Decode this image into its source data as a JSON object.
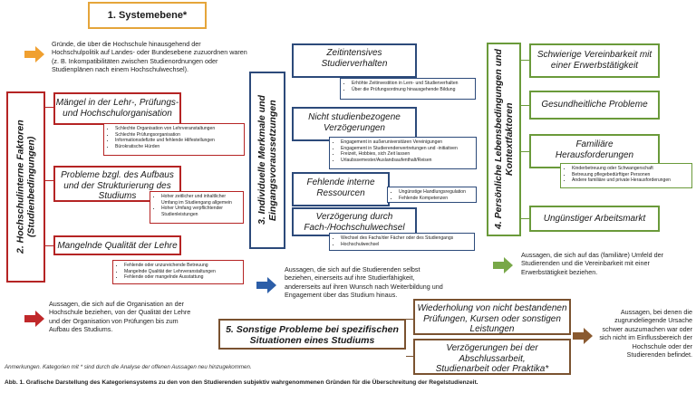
{
  "title": "1. Systemebene*",
  "system_text": "Gründe, die über die Hochschule hinausgehend der Hochschulpolitik auf Landes- oder Bundesebene zuzuordnen waren (z. B. Inkompatibilitäten zwischen Studienordnungen oder Studienplänen nach einem Hochschulwechsel).",
  "cat2": {
    "label": "2. Hochschulinterne Faktoren (Studienbedingungen)",
    "items": [
      {
        "header": "Mängel in der Lehr-, Prüfungs- und Hochschulorganisation",
        "bullets": [
          "Schlechte Organisation von Lehrveranstaltungen",
          "Schlechte Prüfungsorganisation",
          "Informationsdefizite und fehlende Hilfestellungen",
          "Bürokratische Hürden"
        ]
      },
      {
        "header": "Probleme bzgl. des Aufbaus und der Strukturierung des Studiums",
        "bullets": [
          "Hoher zeitlicher und inhaltlicher Umfang im Studiengang allgemein",
          "Hoher Umfang verpflichtender Studienleistungen"
        ]
      },
      {
        "header": "Mangelnde Qualität der Lehre",
        "bullets": [
          "Fehlende oder unzureichende Betreuung",
          "Mangelnde Qualität der Lehrveranstaltungen",
          "Fehlende oder mangelnde Ausstattung"
        ]
      }
    ],
    "desc": "Aussagen, die sich auf die Organisation an der Hochschule beziehen, von der Qualität der Lehre und der Organisation von Prüfungen bis zum Aufbau des Studiums."
  },
  "cat3": {
    "label": "3. Individuelle Merkmale und Eingangsvoraussetzungen",
    "items": [
      {
        "header": "Zeitintensives Studierverhalten",
        "bullets": [
          "Erhöhte Zeitinvestition in Lern- und Studierverhalten",
          "Über die Prüfungsordnung hinausgehende Bildung"
        ]
      },
      {
        "header": "Nicht studienbezogene Verzögerungen",
        "bullets": [
          "Engagement in außeruniversitären Vereinigungen",
          "Engagement in Studierendenvertretungen und -initiativen",
          "Freizeit, Hobbies, sich Zeit lassen",
          "Urlaubssemester/Auslandsaufenthalt/Reisen"
        ]
      },
      {
        "header": "Fehlende interne Ressourcen",
        "bullets": [
          "Ungünstige Handlungsregulation",
          "Fehlende Kompetenzen"
        ]
      },
      {
        "header": "Verzögerung durch Fach-/Hochschulwechsel",
        "bullets": [
          "Wechsel des Fachs/der Fächer oder des Studiengangs",
          "Hochschulwechsel"
        ]
      }
    ],
    "desc": "Aussagen, die sich auf die Studierenden selbst beziehen, einerseits auf ihre Studierfähigkeit, andererseits auf ihren Wunsch nach Weiterbildung und Engagement über das Studium hinaus."
  },
  "cat4": {
    "label": "4. Persönliche Lebensbedingungen und Kontextfaktoren",
    "items": [
      {
        "header": "Schwierige Vereinbarkeit mit einer Erwerbstätigkeit",
        "bullets": []
      },
      {
        "header": "Gesundheitliche Probleme",
        "bullets": []
      },
      {
        "header": "Familiäre Herausforderungen",
        "bullets": [
          "Kinderbetreuung oder Schwangerschaft",
          "Betreuung pflegebedürftiger Personen",
          "Andere familiäre und private Herausforderungen"
        ]
      },
      {
        "header": "Ungünstiger Arbeitsmarkt",
        "bullets": []
      }
    ],
    "desc": "Aussagen, die sich auf das (familiäre) Umfeld der Studierenden und die Vereinbarkeit mit einer Erwerbstätigkeit beziehen."
  },
  "cat5": {
    "label": "5. Sonstige Probleme bei spezifischen Situationen eines Studiums",
    "items": [
      {
        "header": "Wiederholung von nicht bestandenen Prüfungen, Kursen oder sonstigen Leistungen"
      },
      {
        "header": "Verzögerungen bei der Abschlussarbeit, Studienarbeit oder Praktika*"
      }
    ],
    "desc": "Aussagen, bei denen die zugrundeliegende Ursache schwer auszumachen war oder sich nicht im Einflussbereich der Hochschule oder der Studierenden befindet."
  },
  "note": "Anmerkungen. Kategorien mit * sind durch die Analyse der offenen Aussagen neu hinzugekommen.",
  "caption": "Abb. 1. Grafische Darstellung des Kategoriensystems zu den von den Studierenden subjektiv wahrgenommenen Gründen für die Überschreitung der Regelstudienzeit.",
  "colors": {
    "system": "#e5a53a",
    "cat2": "#b52424",
    "cat3": "#2c4a7a",
    "cat4": "#6a9a3a",
    "cat5": "#7a5230"
  }
}
